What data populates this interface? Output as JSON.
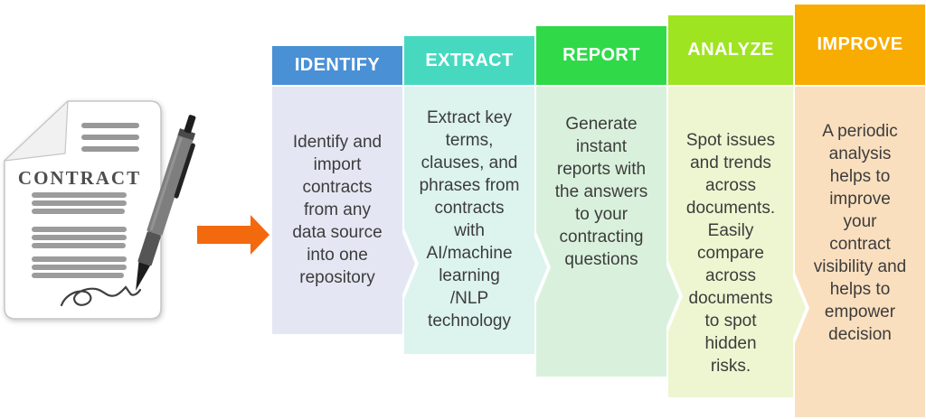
{
  "document": {
    "title": "CONTRACT"
  },
  "flow_arrow": {
    "color": "#f3690e"
  },
  "steps": [
    {
      "label": "IDENTIFY",
      "description": "Identify and\nimport\ncontracts\nfrom any\ndata source\ninto one\nrepository",
      "header_color": "#4a90d5",
      "body_color": "#e4e7f3"
    },
    {
      "label": "EXTRACT",
      "description": "Extract key\nterms,\nclauses, and\nphrases from\ncontracts\nwith\nAI/machine\nlearning\n/NLP\ntechnology",
      "header_color": "#47d9c0",
      "body_color": "#dcf3ee"
    },
    {
      "label": "REPORT",
      "description": "Generate\ninstant\nreports with\nthe answers\nto your\ncontracting\nquestions",
      "header_color": "#30d948",
      "body_color": "#d9f1dc"
    },
    {
      "label": "ANALYZE",
      "description": "Spot issues\nand trends\nacross\ndocuments.\nEasily\ncompare\nacross\ndocuments\nto spot\nhidden\nrisks.",
      "header_color": "#9ee420",
      "body_color": "#edf6d0"
    },
    {
      "label": "IMPROVE",
      "description": "A periodic\nanalysis\nhelps to\nimprove\nyour\ncontract\nvisibility and\nhelps to\nempower\ndecision",
      "header_color": "#f8ab00",
      "body_color": "#fadfbf"
    }
  ]
}
